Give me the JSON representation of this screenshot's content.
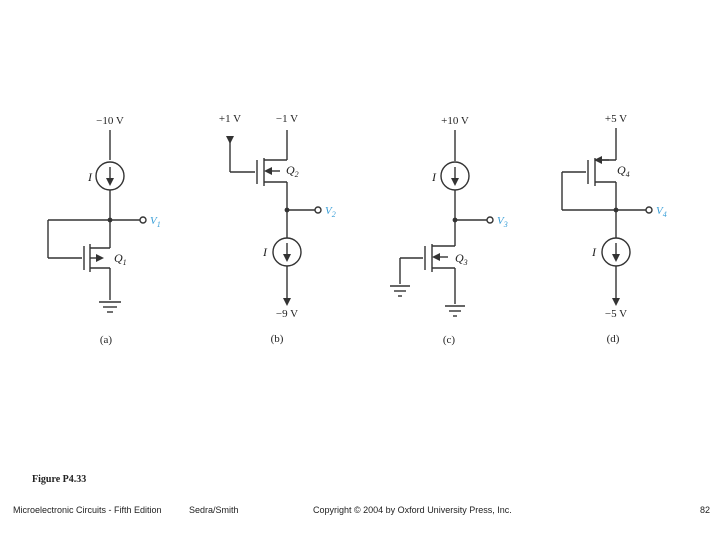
{
  "colors": {
    "wire": "#333333",
    "output_label": "#3a9fd8"
  },
  "circuits": {
    "a": {
      "supply": "−10 V",
      "current": "I",
      "output": "V",
      "output_sub": "1",
      "transistor": "Q",
      "transistor_sub": "1",
      "caption": "(a)"
    },
    "b": {
      "supply_left": "+1 V",
      "supply_right": "−1 V",
      "transistor": "Q",
      "transistor_sub": "2",
      "output": "V",
      "output_sub": "2",
      "current": "I",
      "bottom": "−9 V",
      "caption": "(b)"
    },
    "c": {
      "supply": "+10 V",
      "current": "I",
      "output": "V",
      "output_sub": "3",
      "transistor": "Q",
      "transistor_sub": "3",
      "caption": "(c)"
    },
    "d": {
      "supply": "+5 V",
      "transistor": "Q",
      "transistor_sub": "4",
      "output": "V",
      "output_sub": "4",
      "current": "I",
      "bottom": "−5 V",
      "caption": "(d)"
    }
  },
  "figure_label": "Figure P4.33",
  "footer": {
    "book": "Microelectronic Circuits - Fifth Edition",
    "authors": "Sedra/Smith",
    "copyright": "Copyright © 2004 by Oxford University Press, Inc.",
    "page": "82"
  }
}
